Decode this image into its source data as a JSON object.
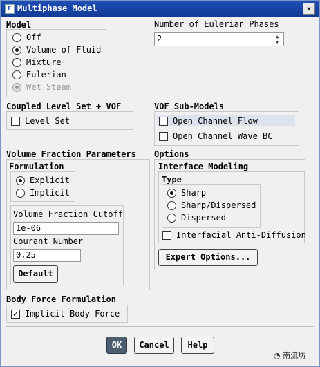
{
  "window": {
    "title": "Multiphase Model",
    "app_icon": "F"
  },
  "model": {
    "title": "Model",
    "options": [
      {
        "label": "Off",
        "selected": false,
        "enabled": true
      },
      {
        "label": "Volume of Fluid",
        "selected": true,
        "enabled": true
      },
      {
        "label": "Mixture",
        "selected": false,
        "enabled": true
      },
      {
        "label": "Eulerian",
        "selected": false,
        "enabled": true
      },
      {
        "label": "Wet Steam",
        "selected": true,
        "enabled": false
      }
    ]
  },
  "eulerian_phases": {
    "label": "Number of Eulerian Phases",
    "value": "2"
  },
  "coupled_level_set": {
    "title": "Coupled Level Set + VOF",
    "level_set": {
      "label": "Level Set",
      "checked": false
    }
  },
  "vof_submodels": {
    "title": "VOF Sub-Models",
    "items": [
      {
        "label": "Open Channel Flow",
        "checked": false
      },
      {
        "label": "Open Channel Wave BC",
        "checked": false
      }
    ]
  },
  "vfp_title": "Volume Fraction Parameters",
  "formulation": {
    "title": "Formulation",
    "options": [
      {
        "label": "Explicit",
        "selected": true
      },
      {
        "label": "Implicit",
        "selected": false
      }
    ]
  },
  "vf_cutoff": {
    "label": "Volume Fraction Cutoff",
    "value": "1e-06"
  },
  "courant": {
    "label": "Courant Number",
    "value": "0.25"
  },
  "default_button": "Default",
  "options_title": "Options",
  "interface_modeling": {
    "title": "Interface Modeling",
    "type_title": "Type",
    "types": [
      {
        "label": "Sharp",
        "selected": true
      },
      {
        "label": "Sharp/Dispersed",
        "selected": false
      },
      {
        "label": "Dispersed",
        "selected": false
      }
    ],
    "anti_diffusion": {
      "label": "Interfacial Anti-Diffusion",
      "checked": false
    }
  },
  "expert_button": "Expert Options...",
  "body_force": {
    "title": "Body Force Formulation",
    "implicit": {
      "label": "Implicit Body Force",
      "checked": true
    }
  },
  "buttons": {
    "ok": "OK",
    "cancel": "Cancel",
    "help": "Help"
  },
  "watermark": "南流坊",
  "icons": {
    "close": "×",
    "check": "✓",
    "spin_up": "▲",
    "spin_down": "▼",
    "wechat": "◔"
  }
}
